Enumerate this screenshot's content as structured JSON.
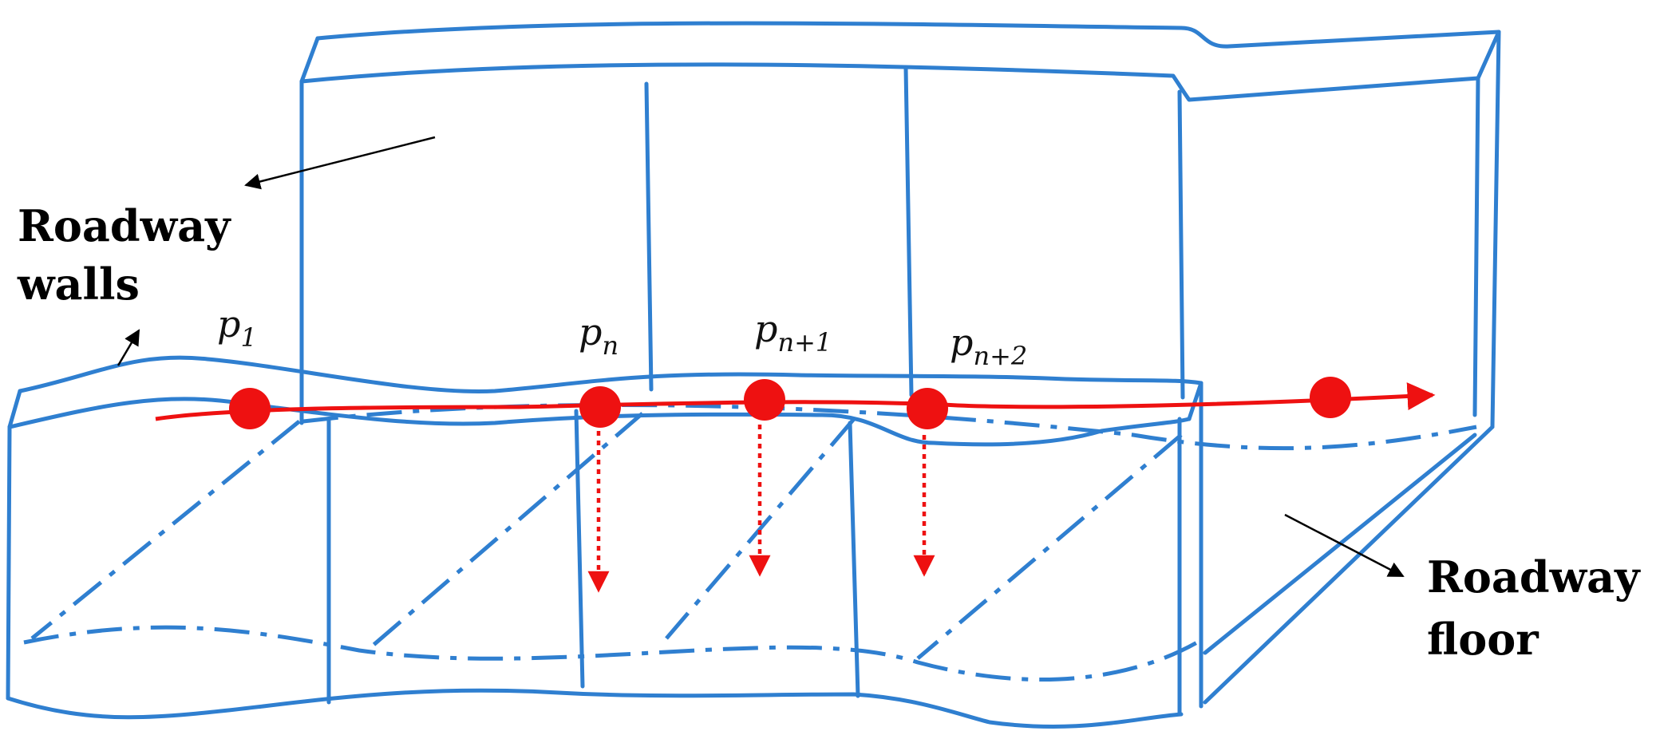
{
  "labels": {
    "walls": [
      "Roadway",
      "walls"
    ],
    "floor": [
      "Roadway",
      "floor"
    ]
  },
  "points": [
    {
      "base": "p",
      "sub": "1"
    },
    {
      "base": "p",
      "sub": "n"
    },
    {
      "base": "p",
      "sub": "n+1"
    },
    {
      "base": "p",
      "sub": "n+2"
    }
  ],
  "colors": {
    "structure": "#2f7fd0",
    "trajectory": "#ee1111",
    "annotation": "#000000"
  }
}
